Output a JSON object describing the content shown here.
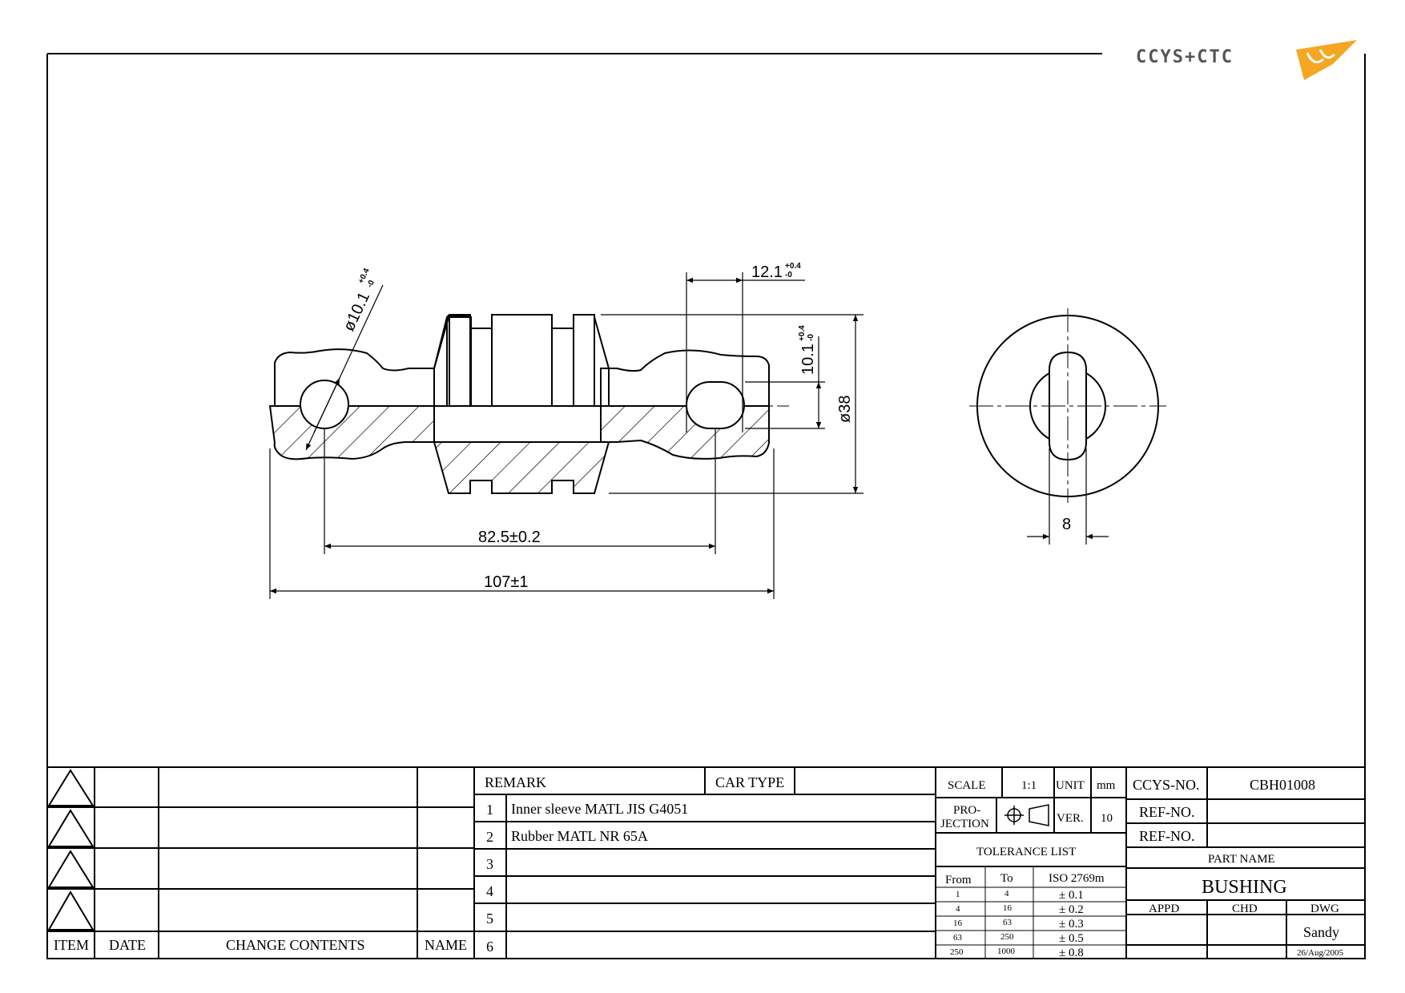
{
  "logo": {
    "text": "CCYS+CTC",
    "brand_color": "#f5a623",
    "text_color": "#555555"
  },
  "drawing": {
    "dims": {
      "hole_dia": "ø10.1",
      "hole_tol_plus": "+0.4",
      "hole_tol_minus": "-0",
      "width_top": "12.1",
      "width_top_tol_plus": "+0.4",
      "width_top_tol_minus": "-0",
      "height_half": "10.1",
      "height_half_tol_plus": "+0.4",
      "height_half_tol_minus": "-0",
      "outer_dia": "ø38",
      "center_dist": "82.5±0.2",
      "overall_len": "107±1",
      "slot_width": "8"
    }
  },
  "revision_table": {
    "headers": {
      "item": "ITEM",
      "date": "DATE",
      "change_contents": "CHANGE CONTENTS",
      "name": "NAME"
    }
  },
  "remarks": {
    "header": "REMARK",
    "car_type_label": "CAR TYPE",
    "car_type_value": "",
    "rows": [
      {
        "no": "1",
        "text": "Inner sleeve MATL JIS G4051"
      },
      {
        "no": "2",
        "text": "Rubber MATL NR 65A"
      },
      {
        "no": "3",
        "text": ""
      },
      {
        "no": "4",
        "text": ""
      },
      {
        "no": "5",
        "text": ""
      },
      {
        "no": "6",
        "text": ""
      }
    ]
  },
  "title_block": {
    "scale_label": "SCALE",
    "scale_value": "1:1",
    "unit_label": "UNIT",
    "unit_value": "mm",
    "projection_label_1": "PRO-",
    "projection_label_2": "JECTION",
    "ver_label": "VER.",
    "ver_value": "10",
    "tolerance_title": "TOLERANCE LIST",
    "tolerance_headers": {
      "from": "From",
      "to": "To",
      "std": "ISO 2769m"
    },
    "tolerances": [
      {
        "from": "1",
        "to": "4",
        "tol": "± 0.1"
      },
      {
        "from": "4",
        "to": "16",
        "tol": "± 0.2"
      },
      {
        "from": "16",
        "to": "63",
        "tol": "± 0.3"
      },
      {
        "from": "63",
        "to": "250",
        "tol": "± 0.5"
      },
      {
        "from": "250",
        "to": "1000",
        "tol": "± 0.8"
      }
    ],
    "ccys_no_label": "CCYS-NO.",
    "ccys_no_value": "CBH01008",
    "ref_no_label_1": "REF-NO.",
    "ref_no_value_1": "",
    "ref_no_label_2": "REF-NO.",
    "ref_no_value_2": "",
    "part_name_label": "PART NAME",
    "part_name_value": "BUSHING",
    "appd_label": "APPD",
    "chd_label": "CHD",
    "dwg_label": "DWG",
    "appd_value": "",
    "chd_value": "",
    "dwg_value": "Sandy",
    "date_value": "26/Aug/2005"
  }
}
